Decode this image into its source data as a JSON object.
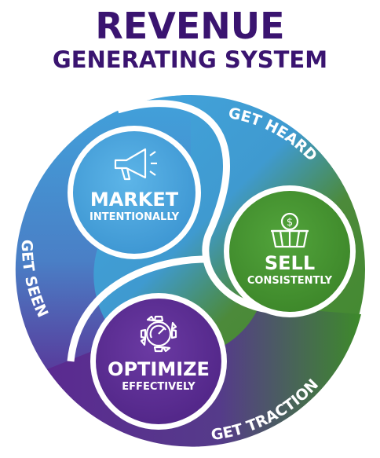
{
  "title": {
    "main": "REVENUE",
    "sub": "GENERATING SYSTEM"
  },
  "ring_labels": {
    "top_right": "GET HEARD",
    "left": "GET SEEN",
    "bottom_right": "GET TRACTION"
  },
  "nodes": {
    "market": {
      "title": "MARKET",
      "subtitle": "INTENTIONALLY",
      "icon": "megaphone-icon"
    },
    "sell": {
      "title": "SELL",
      "subtitle": "CONSISTENTLY",
      "icon": "basket-dollar-icon"
    },
    "optimize": {
      "title": "OPTIMIZE",
      "subtitle": "EFFECTIVELY",
      "icon": "gear-gauge-icon"
    }
  },
  "colors": {
    "title": "#3a1470",
    "blue": "#3b9ad8",
    "green": "#3f8b2e",
    "purple": "#5b2a91"
  }
}
